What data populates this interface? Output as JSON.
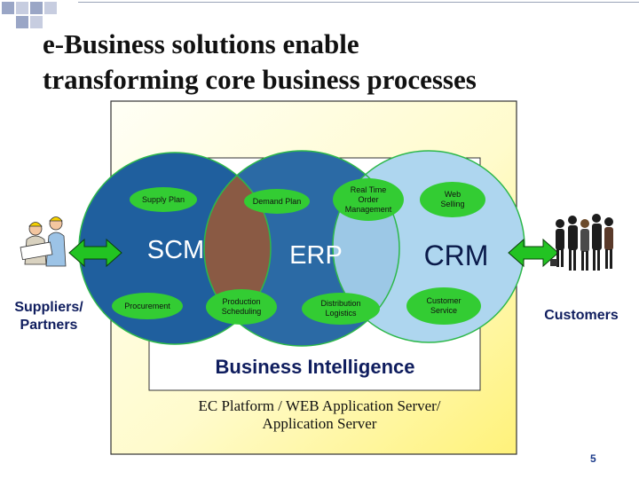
{
  "title": {
    "line1": "e-Business solutions enable",
    "line2": "transforming core business processes"
  },
  "diagram": {
    "hubs": {
      "scm": "SCM",
      "erp": "ERP",
      "crm": "CRM"
    },
    "processes": {
      "supply_plan": "Supply Plan",
      "demand_plan": "Demand Plan",
      "real_time_order_management": [
        "Real Time",
        "Order",
        "Management"
      ],
      "web_selling": [
        "Web",
        "Selling"
      ],
      "procurement": "Procurement",
      "production_scheduling": [
        "Production",
        "Scheduling"
      ],
      "distribution_logistics": [
        "Distribution",
        "Logistics"
      ],
      "customer_service": [
        "Customer",
        "Service"
      ]
    },
    "business_intelligence": "Business Intelligence",
    "platform": {
      "line1": "EC Platform / WEB Application Server/",
      "line2": "Application Server"
    },
    "suppliers": {
      "line1": "Suppliers/",
      "line2": "Partners"
    },
    "customers": "Customers",
    "colors": {
      "circle_blue": "#1f5f9e",
      "circle_brown": "#8a5a44",
      "circle_light": "#aed6ef",
      "process_green": "#33cc33",
      "hub_text_dark": "#0a1a4a",
      "arrow_green": "#22c322"
    }
  },
  "page_number": "5"
}
